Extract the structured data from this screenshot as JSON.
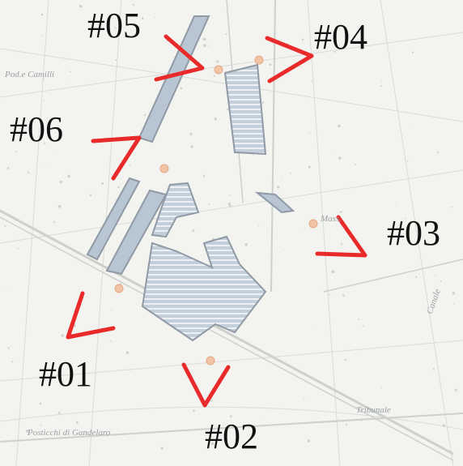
{
  "map": {
    "place_names": {
      "p1": "Pod.e Camilli",
      "p2": "Mass.",
      "p3": "Canale",
      "p4": "Posticchi di Gandelaro",
      "p5": "Tribunale"
    },
    "viewpoints": [
      {
        "id": "vp-01",
        "label": "#01"
      },
      {
        "id": "vp-02",
        "label": "#02"
      },
      {
        "id": "vp-03",
        "label": "#03"
      },
      {
        "id": "vp-04",
        "label": "#04"
      },
      {
        "id": "vp-05",
        "label": "#05"
      },
      {
        "id": "vp-06",
        "label": "#06"
      }
    ],
    "colors": {
      "arrow": "#e82a2a",
      "field_fill": "#b8c6d4",
      "field_stroke": "#8f9aa5",
      "marker": "#f0c5a5"
    }
  }
}
